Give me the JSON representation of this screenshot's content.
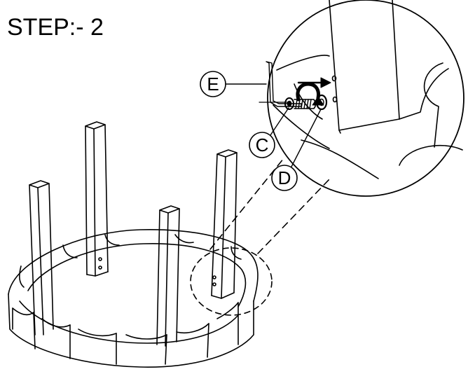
{
  "title": "STEP:- 2",
  "callouts": [
    {
      "letter": "E",
      "part": "allen-key"
    },
    {
      "letter": "C",
      "part": "bolt"
    },
    {
      "letter": "D",
      "part": "washer"
    }
  ],
  "colors": {
    "line": "#000000",
    "background": "#ffffff"
  }
}
